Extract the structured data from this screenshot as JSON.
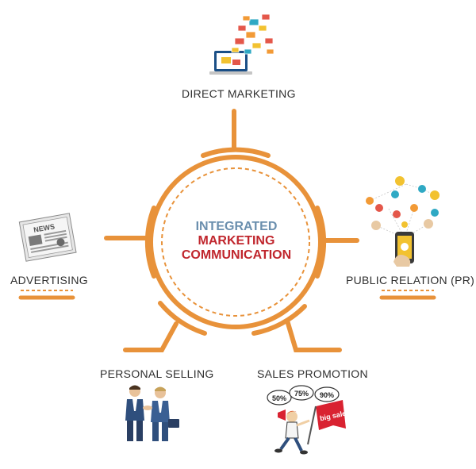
{
  "center": {
    "line1": "INTEGRATED",
    "line2": "MARKETING",
    "line3": "COMMUNICATION"
  },
  "labels": {
    "direct_marketing": "DIRECT MARKETING",
    "public_relation": "PUBLIC RELATION (PR)",
    "advertising": "ADVERTISING",
    "personal_selling": "PERSONAL SELLING",
    "sales_promotion": "SALES PROMOTION"
  },
  "newspaper_text": "NEWS",
  "sale_tags": [
    "50%",
    "75%",
    "90%"
  ],
  "sale_flag": "big sale",
  "colors": {
    "accent": "#e8923a",
    "integrated": "#6b8fae",
    "marketing": "#c0262d",
    "text": "#2f2f2f"
  },
  "icons": {
    "direct_marketing": "laptop-email-icon",
    "public_relation": "smartphone-social-network-icon",
    "advertising": "newspaper-icon",
    "personal_selling": "handshake-businessmen-icon",
    "sales_promotion": "megaphone-sale-man-icon"
  }
}
